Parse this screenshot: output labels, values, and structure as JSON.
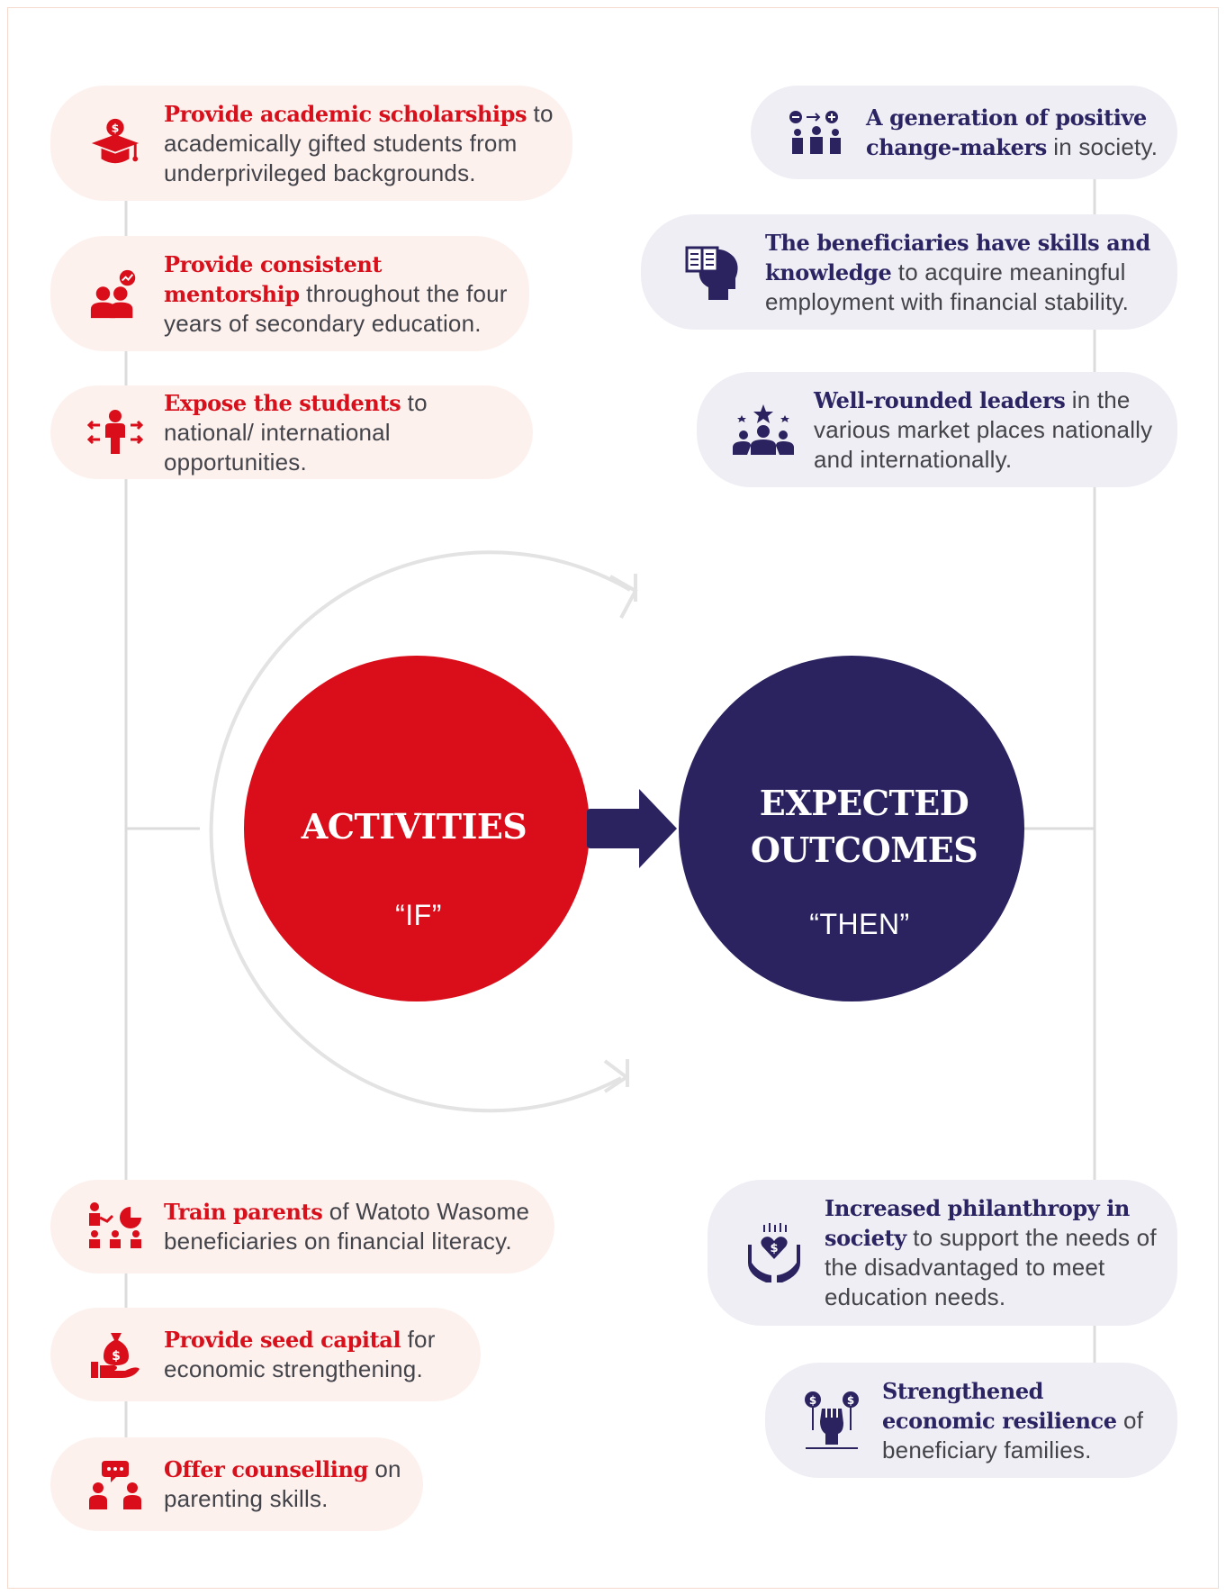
{
  "colors": {
    "red": "#d90e1a",
    "navy": "#2a2360",
    "overlap": "#bcb7c4",
    "activity_bg": "#fdf1ee",
    "outcome_bg": "#efeef4",
    "connector": "#dcdcdc"
  },
  "center": {
    "activities_title": "ACTIVITIES",
    "activities_sub": "“IF”",
    "outcomes_title_line1": "EXPECTED",
    "outcomes_title_line2": "OUTCOMES",
    "outcomes_sub": "“THEN”"
  },
  "activities": [
    {
      "icon": "scholarship-cap-icon",
      "bold": "Provide academic scholarships",
      "rest": " to academically gifted students from underprivileged backgrounds."
    },
    {
      "icon": "mentorship-icon",
      "bold": "Provide consistent mentorship",
      "rest": " throughout the four years of secondary education."
    },
    {
      "icon": "opportunities-icon",
      "bold": "Expose the students",
      "rest": " to national/ international opportunities."
    },
    {
      "icon": "training-icon",
      "bold": "Train parents",
      "rest": " of Watoto Wasome beneficiaries on financial literacy."
    },
    {
      "icon": "money-bag-hand-icon",
      "bold": "Provide seed capital",
      "rest": " for economic strengthening."
    },
    {
      "icon": "counselling-icon",
      "bold": "Offer counselling",
      "rest": " on parenting skills."
    }
  ],
  "outcomes": [
    {
      "icon": "change-makers-icon",
      "bold": "A generation of positive change-makers",
      "rest": " in society."
    },
    {
      "icon": "head-book-icon",
      "bold": "The beneficiaries have skills and knowledge",
      "rest": " to acquire meaningful employment with financial stability."
    },
    {
      "icon": "leaders-stars-icon",
      "bold": "Well-rounded leaders",
      "rest": " in the various market places nationally and internationally."
    },
    {
      "icon": "philanthropy-hands-icon",
      "bold": "Increased philanthropy in society",
      "rest": " to support the needs of the disadvantaged to meet education needs."
    },
    {
      "icon": "resilience-fist-icon",
      "bold": "Strengthened economic resilience",
      "rest": " of beneficiary families."
    }
  ]
}
